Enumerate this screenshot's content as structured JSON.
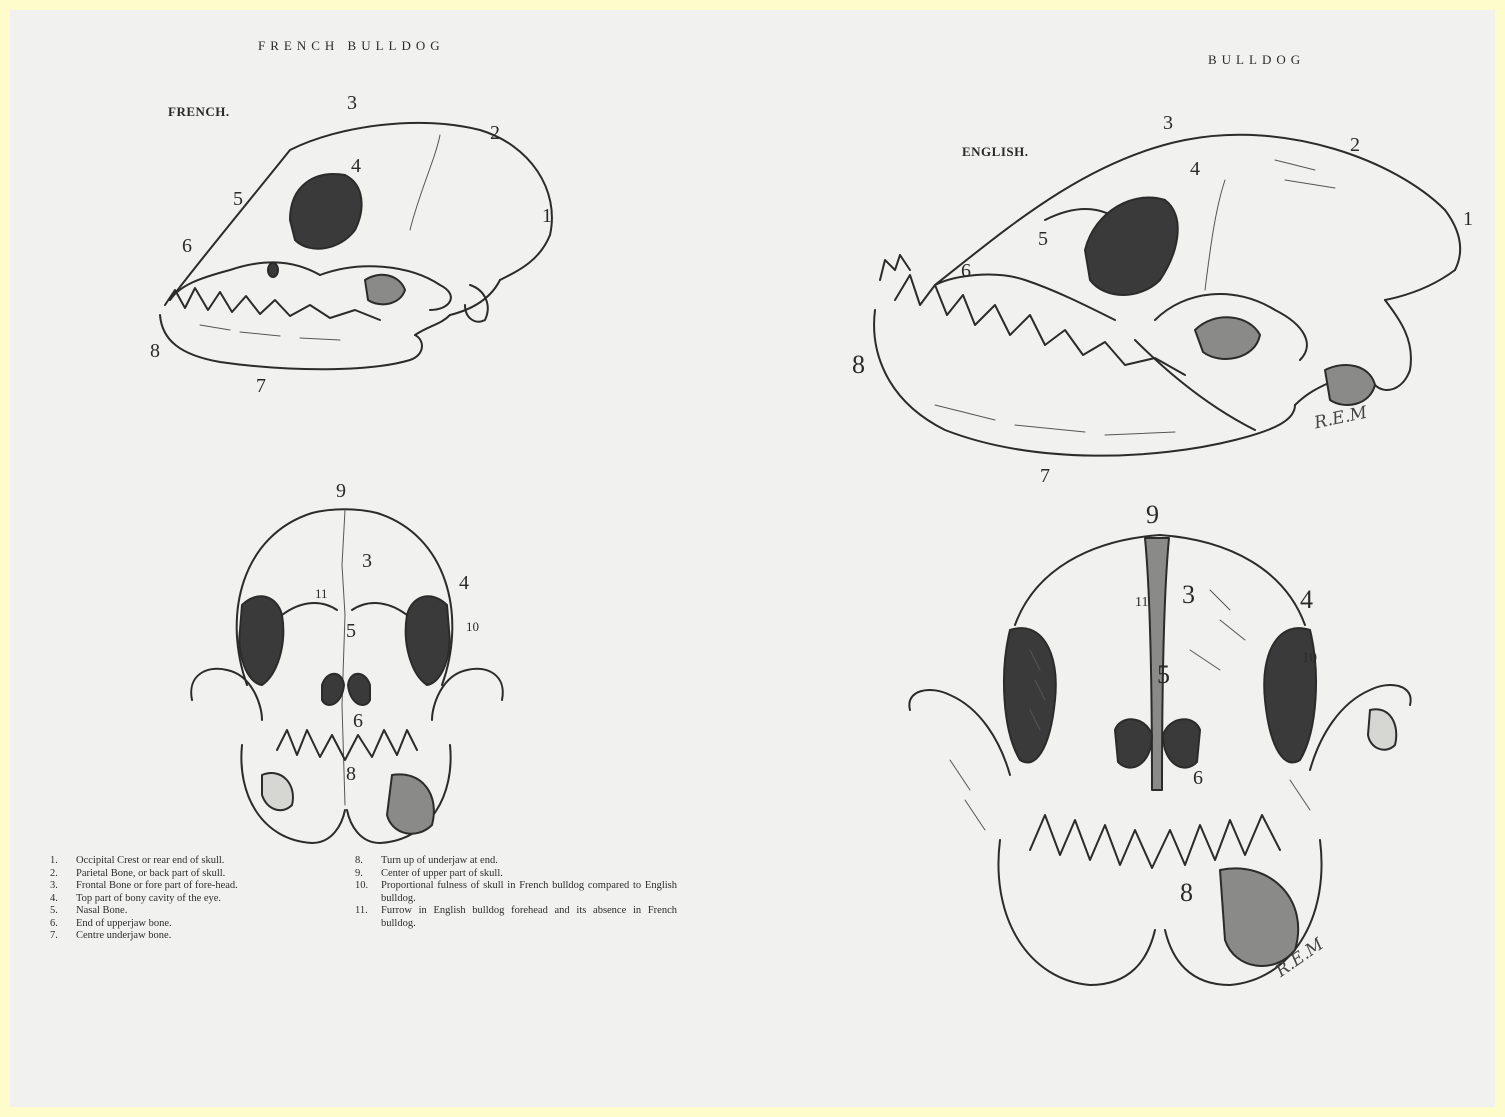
{
  "headers": {
    "left": "FRENCH BULLDOG",
    "right": "BULLDOG"
  },
  "subheaders": {
    "french": "FRENCH.",
    "english": "ENGLISH."
  },
  "french_side_labels": {
    "n1": "1",
    "n2": "2",
    "n3": "3",
    "n4": "4",
    "n5": "5",
    "n6": "6",
    "n7": "7",
    "n8": "8"
  },
  "french_front_labels": {
    "n3": "3",
    "n4": "4",
    "n5": "5",
    "n6": "6",
    "n8": "8",
    "n9": "9",
    "n10": "10",
    "n11": "11"
  },
  "english_side_labels": {
    "n1": "1",
    "n2": "2",
    "n3": "3",
    "n4": "4",
    "n5": "5",
    "n6": "6",
    "n7": "7",
    "n8": "8"
  },
  "english_front_labels": {
    "n3": "3",
    "n4": "4",
    "n5": "5",
    "n6": "6",
    "n8": "8",
    "n9": "9",
    "n10": "10",
    "n11": "11"
  },
  "signature": "R.E.M",
  "legend": {
    "col1": [
      {
        "num": "1.",
        "text": "Occipital Crest or rear end of skull."
      },
      {
        "num": "2.",
        "text": "Parietal Bone, or back part of skull."
      },
      {
        "num": "3.",
        "text": "Frontal Bone or fore part of fore-head."
      },
      {
        "num": "4.",
        "text": "Top part of bony cavity of the eye."
      },
      {
        "num": "5.",
        "text": "Nasal Bone."
      },
      {
        "num": "6.",
        "text": "End of upperjaw bone."
      },
      {
        "num": "7.",
        "text": "Centre underjaw bone."
      }
    ],
    "col2": [
      {
        "num": "8.",
        "text": "Turn up of underjaw at end."
      },
      {
        "num": "9.",
        "text": "Center of upper part of skull."
      },
      {
        "num": "10.",
        "text": "Proportional fulness of skull in French bulldog compared to English bulldog."
      },
      {
        "num": "11.",
        "text": "Furrow in English bulldog forehead and its absence in French bulldog."
      }
    ]
  }
}
